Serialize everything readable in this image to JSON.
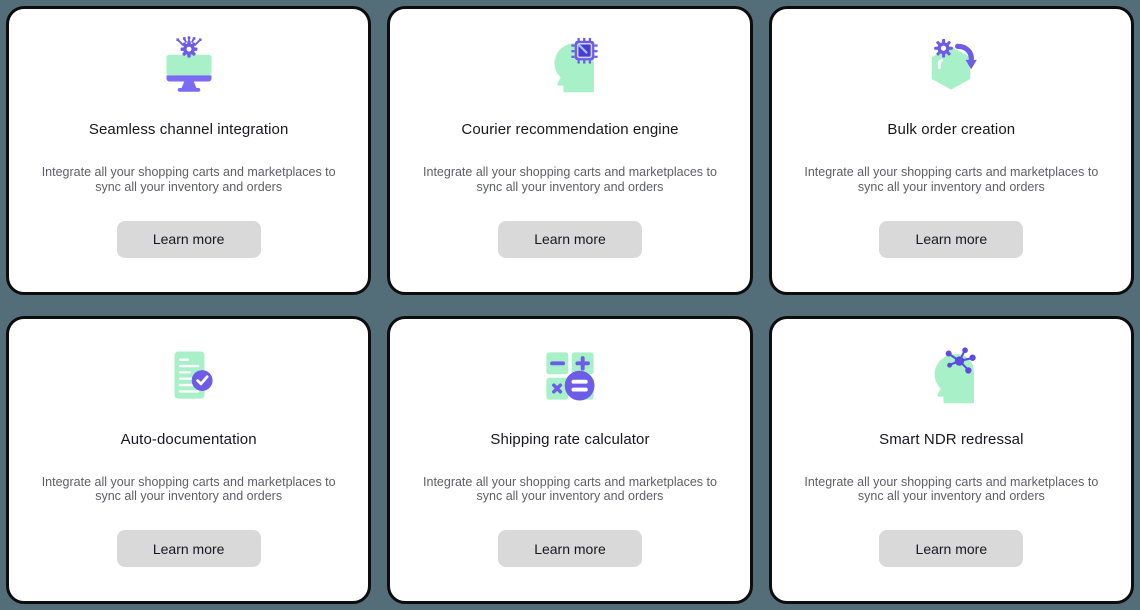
{
  "page": {
    "background_color": "#546E79",
    "card_background": "#FFFFFF",
    "card_border_color": "#0D0D0D"
  },
  "colors": {
    "mint": "#A8F1C8",
    "purple": "#6C5CE7",
    "purple_light": "#7B6BF2",
    "purple_dark": "#4B3BD0",
    "title_text": "#17171E",
    "description_text": "#5E5E66",
    "button_background": "#D9D9D9",
    "button_text": "#17171E"
  },
  "cards": [
    {
      "icon": "monitor-gear-icon",
      "title": "Seamless channel integration",
      "description": "Integrate all your shopping carts and marketplaces to sync all your inventory and orders",
      "button_label": "Learn more"
    },
    {
      "icon": "head-chip-icon",
      "title": "Courier recommendation engine",
      "description": "Integrate all your shopping carts and marketplaces to sync all your inventory and orders",
      "button_label": "Learn more"
    },
    {
      "icon": "package-gear-arrow-icon",
      "title": "Bulk order creation",
      "description": "Integrate all your shopping carts and marketplaces to sync all your inventory and orders",
      "button_label": "Learn more"
    },
    {
      "icon": "document-check-icon",
      "title": "Auto-documentation",
      "description": "Integrate all your shopping carts and marketplaces to sync all your inventory and orders",
      "button_label": "Learn more"
    },
    {
      "icon": "calculator-icon",
      "title": "Shipping rate calculator",
      "description": "Integrate all your shopping carts and marketplaces to sync all your inventory and orders",
      "button_label": "Learn more"
    },
    {
      "icon": "head-network-icon",
      "title": "Smart NDR redressal",
      "description": "Integrate all your shopping carts and marketplaces to sync all your inventory and orders",
      "button_label": "Learn more"
    }
  ]
}
